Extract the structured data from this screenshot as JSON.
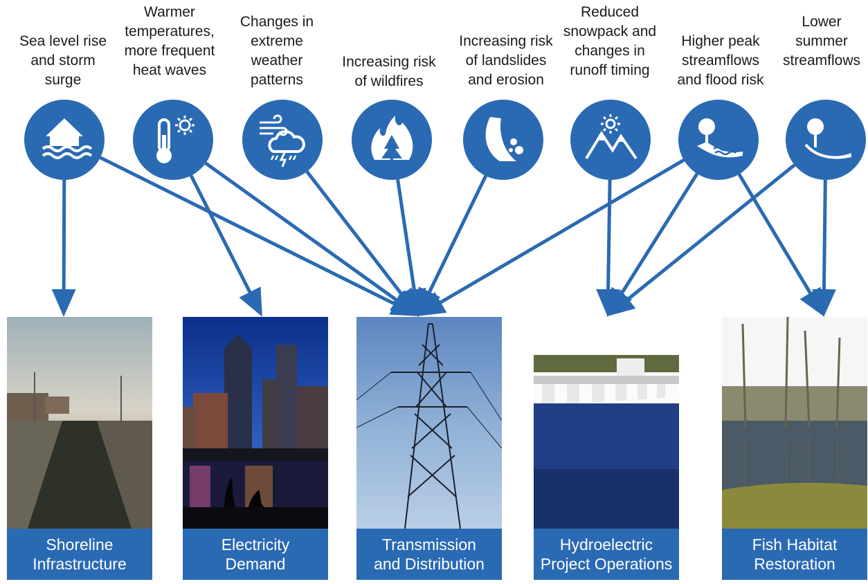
{
  "impacts": [
    {
      "id": "sea-level",
      "label": "Sea level rise\nand storm\nsurge",
      "icon": "house-flood-icon"
    },
    {
      "id": "temperatures",
      "label": "Warmer\ntemperatures,\nmore frequent\nheat waves",
      "icon": "thermometer-sun-icon"
    },
    {
      "id": "extreme-weather",
      "label": "Changes in\nextreme\nweather\npatterns",
      "icon": "wind-storm-cloud-icon"
    },
    {
      "id": "wildfires",
      "label": "Increasing risk\nof wildfires",
      "icon": "wildfire-icon"
    },
    {
      "id": "landslides",
      "label": "Increasing risk\nof landslides\nand erosion",
      "icon": "landslide-icon"
    },
    {
      "id": "snowpack",
      "label": "Reduced\nsnowpack and\nchanges in\nrunoff timing",
      "icon": "mountain-sun-icon"
    },
    {
      "id": "peak-streamflows",
      "label": "Higher peak\nstreamflows\nand flood risk",
      "icon": "tree-river-flood-icon"
    },
    {
      "id": "summer-streamflows",
      "label": "Lower\nsummer\nstreamflows",
      "icon": "tree-low-stream-icon"
    }
  ],
  "assets": [
    {
      "id": "shoreline",
      "label": "Shoreline\nInfrastructure",
      "photo": "canal-locks-photo"
    },
    {
      "id": "electricity",
      "label": "Electricity\nDemand",
      "photo": "city-skyline-night-photo"
    },
    {
      "id": "transmission",
      "label": "Transmission\nand Distribution",
      "photo": "transmission-tower-photo"
    },
    {
      "id": "hydroelectric",
      "label": "Hydroelectric\nProject Operations",
      "photo": "dam-river-photo"
    },
    {
      "id": "fish-habitat",
      "label": "Fish Habitat\nRestoration",
      "photo": "wetland-trees-photo"
    }
  ],
  "connections": [
    [
      "sea-level",
      "shoreline"
    ],
    [
      "sea-level",
      "transmission"
    ],
    [
      "temperatures",
      "electricity"
    ],
    [
      "temperatures",
      "transmission"
    ],
    [
      "extreme-weather",
      "transmission"
    ],
    [
      "wildfires",
      "transmission"
    ],
    [
      "landslides",
      "transmission"
    ],
    [
      "snowpack",
      "hydroelectric"
    ],
    [
      "peak-streamflows",
      "transmission"
    ],
    [
      "peak-streamflows",
      "hydroelectric"
    ],
    [
      "peak-streamflows",
      "fish-habitat"
    ],
    [
      "summer-streamflows",
      "hydroelectric"
    ],
    [
      "summer-streamflows",
      "fish-habitat"
    ]
  ],
  "colors": {
    "accent": "#2a6ab3",
    "text": "#1a1a1a",
    "caption_text": "#ffffff"
  }
}
